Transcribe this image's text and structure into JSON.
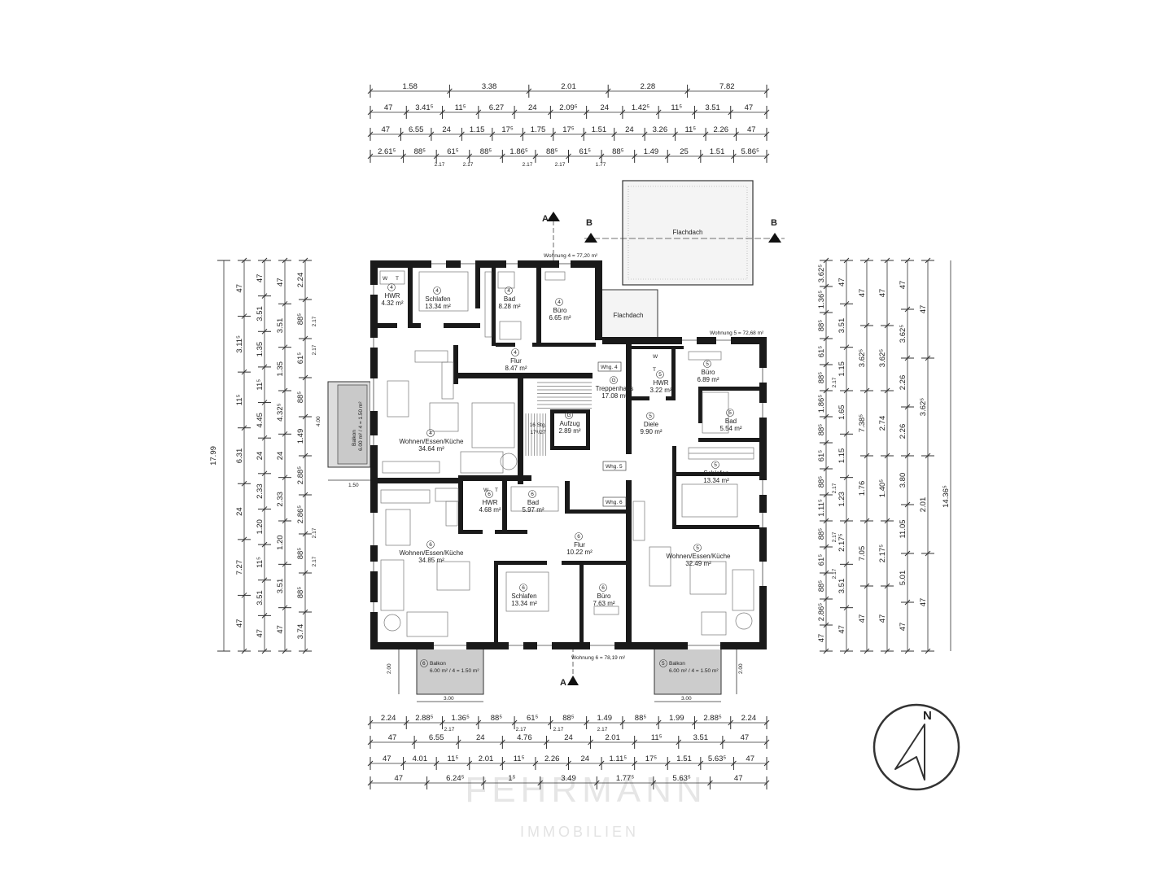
{
  "dimensions_top": {
    "row0": [
      "1.58",
      "3.38",
      "2.01",
      "2.28",
      "7.82"
    ],
    "row1": [
      "47",
      "3.41⁵",
      "11⁵",
      "6.27",
      "24",
      "2.09⁵",
      "24",
      "1.42⁵",
      "11⁵",
      "3.51",
      "47"
    ],
    "row2": [
      "47",
      "6.55",
      "24",
      "1.15",
      "17⁵",
      "1.75",
      "17⁵",
      "1.51",
      "24",
      "3.26",
      "11⁵",
      "2.26",
      "47"
    ],
    "row3": [
      "2.61⁵",
      "88⁵",
      "61⁵",
      "88⁵",
      "1.86⁵",
      "88⁵",
      "61⁵",
      "88⁵",
      "1.49",
      "25",
      "1.51",
      "5.86⁵"
    ],
    "row3_sub": [
      "2.17",
      "2.17",
      "2.17",
      "2.17",
      "1.77"
    ]
  },
  "dimensions_bottom": {
    "row1": [
      "2.24",
      "2.88⁵",
      "1.36⁵",
      "88⁵",
      "61⁵",
      "88⁵",
      "1.49",
      "88⁵",
      "1.99",
      "2.88⁵",
      "2.24"
    ],
    "row1_sub": [
      "2.17",
      "2.17",
      "2.17",
      "2.17"
    ],
    "row2": [
      "47",
      "6.55",
      "24",
      "4.76",
      "24",
      "2.01",
      "11⁵",
      "3.51",
      "47"
    ],
    "row3": [
      "47",
      "4.01",
      "11⁵",
      "2.01",
      "11⁵",
      "2.26",
      "24",
      "1.11⁵",
      "17⁵",
      "1.51",
      "5.63⁵",
      "47"
    ],
    "row4": [
      "47",
      "6.24⁵",
      "1⁵",
      "3.49",
      "1.77⁵",
      "5.63⁵",
      "47"
    ]
  },
  "dimensions_left": {
    "total": "17.99",
    "col1": [
      "47",
      "3.11⁵",
      "11⁵",
      "6.31",
      "24",
      "7.27",
      "47"
    ],
    "col2": [
      "47",
      "3.51",
      "1.35",
      "11⁵",
      "4.45",
      "24",
      "2.33",
      "1.20",
      "11⁵",
      "3.51",
      "47"
    ],
    "col3": [
      "47",
      "3.51",
      "1.35",
      "4.32⁵",
      "24",
      "2.33",
      "1.20",
      "3.51",
      "47"
    ],
    "col4": [
      "2.24",
      "88⁵",
      "61⁵",
      "88⁵",
      "1.49",
      "2.88⁵",
      "2.86⁵",
      "88⁵",
      "88⁵",
      "3.74"
    ],
    "col4_sub": [
      "2.17",
      "2.17",
      "2.17",
      "2.17"
    ]
  },
  "dimensions_right": {
    "total": "14.36⁵",
    "col1": [
      "3.62⁵",
      "1.36⁵",
      "88⁵",
      "61⁵",
      "88⁵",
      "1.86⁵",
      "88⁵",
      "61⁵",
      "88⁵",
      "1.11⁵",
      "88⁵",
      "61⁵",
      "88⁵",
      "2.86⁵",
      "47"
    ],
    "col1_sub": [
      "2.17",
      "2.17",
      "2.17",
      "2.17"
    ],
    "col2": [
      "47",
      "3.51",
      "1.15",
      "1.65",
      "1.15",
      "1.23",
      "2.17⁵",
      "3.51",
      "47"
    ],
    "col3": [
      "47",
      "3.62⁵",
      "7.38⁵",
      "1.76",
      "7.05",
      "47"
    ],
    "col4": [
      "47",
      "3.62⁵",
      "2.74",
      "1.40⁵",
      "2.17⁵",
      "47"
    ],
    "col5": [
      "47",
      "3.62⁵",
      "2.26",
      "2.26",
      "3.80",
      "11.05",
      "5.01",
      "47"
    ],
    "col6": [
      "47",
      "3.62⁵",
      "2.01",
      "47"
    ]
  },
  "balcony_left": {
    "label": "Balkon",
    "area": "6.00 m² / 4 = 1.50 m²",
    "num": "4",
    "dim_side": "4.00",
    "dim_bottom": "1.50"
  },
  "balcony_bottom_left": {
    "num": "6",
    "label": "Balkon",
    "area": "6.00 m² / 4 = 1.50 m²",
    "dim_w": "3.00",
    "dim_h": "2.00"
  },
  "balcony_bottom_right": {
    "num": "5",
    "label": "Balkon",
    "area": "6.00 m² / 4 = 1.50 m²",
    "dim_w": "3.00",
    "dim_h": "2.00"
  },
  "roofs": {
    "flachdach_large": "Flachdach",
    "flachdach_small": "Flachdach"
  },
  "sections": {
    "a_top": "A",
    "a_bottom": "A",
    "b_left": "B",
    "b_right": "B"
  },
  "units": {
    "w4": "Wohnung 4 = 77,20 m²",
    "w5": "Wohnung 5 = 72,68 m²",
    "w6": "Wohnung 6 = 78,19 m²"
  },
  "rooms": {
    "hwr4": {
      "num": "4",
      "name": "HWR",
      "area": "4.32 m²"
    },
    "schlafen4": {
      "num": "4",
      "name": "Schlafen",
      "area": "13.34 m²"
    },
    "bad4": {
      "num": "4",
      "name": "Bad",
      "area": "8.28 m²"
    },
    "buero4": {
      "num": "4",
      "name": "Büro",
      "area": "6.65 m²"
    },
    "flur4": {
      "num": "4",
      "name": "Flur",
      "area": "8.47 m²"
    },
    "wohnen4": {
      "num": "4",
      "name": "Wohnen/Essen/Küche",
      "area": "34.64 m²"
    },
    "treppenhaus": {
      "num": "G",
      "name": "Treppenhaus",
      "area": "17.08 m²"
    },
    "aufzug": {
      "num": "G",
      "name": "Aufzug",
      "area": "2.89 m²"
    },
    "stairs": {
      "steps": "16 Stg.",
      "ratio": "17⁸/27"
    },
    "hwr5": {
      "num": "5",
      "name": "HWR",
      "area": "3.22 m²"
    },
    "buero5": {
      "num": "5",
      "name": "Büro",
      "area": "6.89 m²"
    },
    "bad5": {
      "num": "5",
      "name": "Bad",
      "area": "5.54 m²"
    },
    "diele5": {
      "num": "5",
      "name": "Diele",
      "area": "9.90 m²"
    },
    "schlafen5": {
      "num": "5",
      "name": "Schlafen",
      "area": "13.34 m²"
    },
    "wohnen5": {
      "num": "5",
      "name": "Wohnen/Essen/Küche",
      "area": "32.49 m²"
    },
    "hwr6": {
      "num": "6",
      "name": "HWR",
      "area": "4.68 m²"
    },
    "bad6": {
      "num": "6",
      "name": "Bad",
      "area": "5.97 m²"
    },
    "flur6": {
      "num": "6",
      "name": "Flur",
      "area": "10.22 m²"
    },
    "wohnen6": {
      "num": "6",
      "name": "Wohnen/Essen/Küche",
      "area": "34.85 m²"
    },
    "schlafen6": {
      "num": "6",
      "name": "Schlafen",
      "area": "13.34 m²"
    },
    "buero6": {
      "num": "6",
      "name": "Büro",
      "area": "7.63 m²"
    }
  },
  "door_tags": {
    "whg4": "Whg. 4",
    "whg5": "Whg. 5",
    "whg6": "Whg. 6"
  },
  "wt_labels": {
    "w": "W",
    "t": "T"
  },
  "north": "N",
  "watermark": {
    "brand": "FEHRMANN",
    "sub": "IMMOBILIEN"
  }
}
